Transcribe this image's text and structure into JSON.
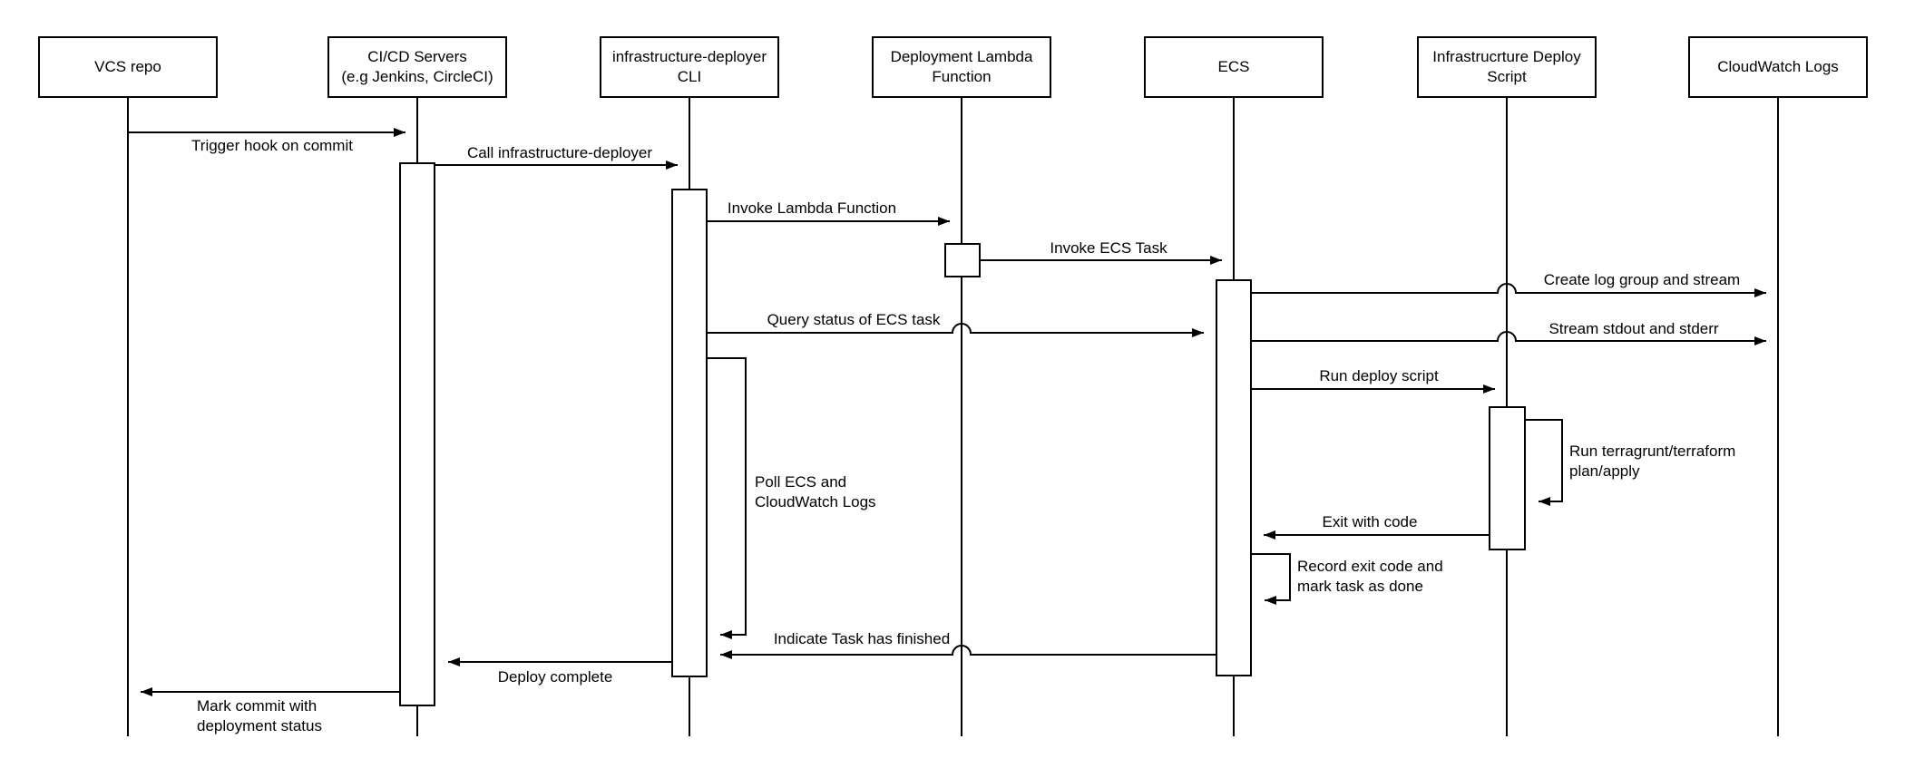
{
  "colors": {
    "background": "#ffffff",
    "stroke": "#000000",
    "actor_fill": "#ffffff",
    "text": "#000000"
  },
  "diagram": {
    "type": "uml-sequence",
    "actors": [
      {
        "id": "vcs",
        "label": "VCS repo"
      },
      {
        "id": "cicd",
        "label": "CI/CD Servers\n(e.g Jenkins, CircleCI)"
      },
      {
        "id": "cli",
        "label": "infrastructure-deployer\nCLI"
      },
      {
        "id": "lambda",
        "label": "Deployment Lambda\nFunction"
      },
      {
        "id": "ecs",
        "label": "ECS"
      },
      {
        "id": "deploy-script",
        "label": "Infrastrucrture Deploy\nScript"
      },
      {
        "id": "cloudwatch",
        "label": "CloudWatch Logs"
      }
    ],
    "messages": [
      {
        "id": "trigger-hook",
        "from": "vcs",
        "to": "cicd",
        "kind": "arrow",
        "label": "Trigger hook on commit"
      },
      {
        "id": "call-deployer",
        "from": "cicd",
        "to": "cli",
        "kind": "arrow",
        "label": "Call infrastructure-deployer"
      },
      {
        "id": "invoke-lambda",
        "from": "cli",
        "to": "lambda",
        "kind": "arrow",
        "label": "Invoke Lambda Function"
      },
      {
        "id": "invoke-ecs-task",
        "from": "lambda",
        "to": "ecs",
        "kind": "arrow",
        "label": "Invoke ECS Task"
      },
      {
        "id": "create-log-group",
        "from": "ecs",
        "to": "cloudwatch",
        "kind": "arrow",
        "label": "Create log group and stream"
      },
      {
        "id": "query-status",
        "from": "cli",
        "to": "ecs",
        "kind": "arrow",
        "label": "Query status of ECS task"
      },
      {
        "id": "stream-stdout",
        "from": "ecs",
        "to": "cloudwatch",
        "kind": "arrow",
        "label": "Stream stdout and stderr"
      },
      {
        "id": "run-deploy-script",
        "from": "ecs",
        "to": "deploy-script",
        "kind": "arrow",
        "label": "Run deploy script"
      },
      {
        "id": "run-terragrunt",
        "from": "deploy-script",
        "to": "deploy-script",
        "kind": "self",
        "label": "Run terragrunt/terraform\nplan/apply"
      },
      {
        "id": "exit-with-code",
        "from": "deploy-script",
        "to": "ecs",
        "kind": "arrow",
        "label": "Exit with code"
      },
      {
        "id": "record-exit-code",
        "from": "ecs",
        "to": "ecs",
        "kind": "self",
        "label": "Record exit code and\nmark task as done"
      },
      {
        "id": "poll-loop",
        "from": "cli",
        "to": "cli",
        "kind": "self-loop",
        "label": "Poll ECS and\nCloudWatch Logs"
      },
      {
        "id": "indicate-finished",
        "from": "ecs",
        "to": "cli",
        "kind": "arrow",
        "label": "Indicate Task has finished"
      },
      {
        "id": "deploy-complete",
        "from": "cli",
        "to": "cicd",
        "kind": "arrow",
        "label": "Deploy complete"
      },
      {
        "id": "mark-commit",
        "from": "cicd",
        "to": "vcs",
        "kind": "arrow",
        "label": "Mark commit with\ndeployment status"
      }
    ]
  }
}
